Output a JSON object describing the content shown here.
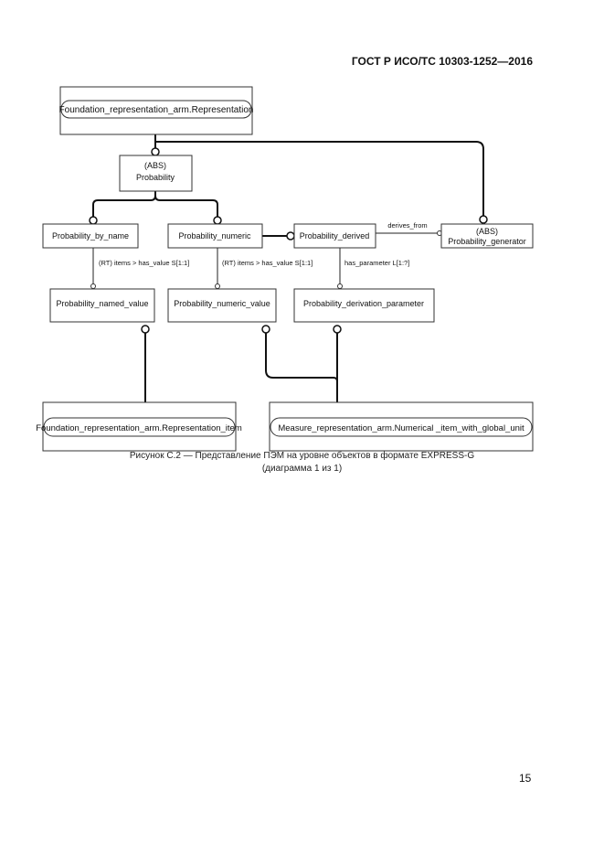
{
  "header": {
    "standard": "ГОСТ Р ИСО/ТС 10303-1252—2016"
  },
  "diagram": {
    "entities": {
      "representation": "Foundation_representation_arm.Representation",
      "probability_abs": "(ABS)",
      "probability": "Probability",
      "by_name": "Probability_by_name",
      "numeric": "Probability_numeric",
      "derived": "Probability_derived",
      "generator_abs": "(ABS)",
      "generator": "Probability_generator",
      "named_value": "Probability_named_value",
      "numeric_value": "Probability_numeric_value",
      "derivation_parameter": "Probability_derivation_parameter",
      "representation_item": "Foundation_representation_arm.Representation_item",
      "numerical_item": "Measure_representation_arm.Numerical _item_with_global_unit"
    },
    "relations": {
      "derives_from": "derives_from",
      "named_has_value": "(RT) items > has_value S[1:1]",
      "numeric_has_value": "(RT) items > has_value S[1:1]",
      "has_parameter": "has_parameter L[1:?]"
    }
  },
  "caption": {
    "line1": "Рисунок  С.2 — Представление ПЭМ на уровне объектов в формате EXPRESS-G",
    "line2": "(диаграмма 1 из 1)"
  },
  "page_number": "15"
}
